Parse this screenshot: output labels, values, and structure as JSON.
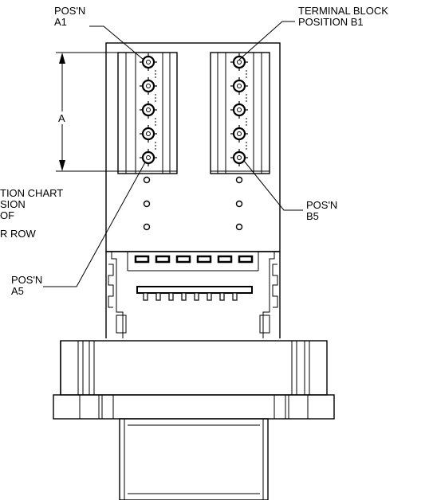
{
  "labels": {
    "pos_a1_line1": "POS'N",
    "pos_a1_line2": "A1",
    "terminal_block_line1": "TERMINAL BLOCK",
    "terminal_block_line2": "POSITION B1",
    "dimension_a": "A",
    "chart_note_line1": "TION CHART",
    "chart_note_line2": "SION",
    "chart_note_line3": "OF",
    "chart_note_line4": "R ROW",
    "pos_b5_line1": "POS'N",
    "pos_b5_line2": "B5",
    "pos_a5_line1": "POS'N",
    "pos_a5_line2": "A5"
  },
  "colors": {
    "line": "#000000",
    "background": "#ffffff"
  }
}
